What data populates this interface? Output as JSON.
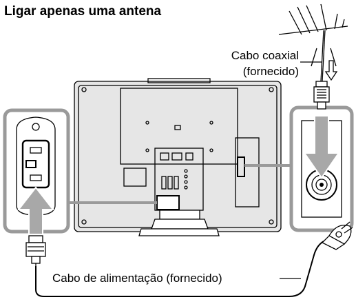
{
  "diagram": {
    "heading": "Ligar apenas uma antena",
    "coax_cable_label_line1": "Cabo coaxial",
    "coax_cable_label_line2": "(fornecido)",
    "power_cable_label": "Cabo de alimentação (fornecido)",
    "colors": {
      "line": "#000000",
      "highlight_frame": "#9a9a9a",
      "arrow_fill": "#a8a8a8",
      "tv_panel": "#e6e6e6"
    },
    "icons": [
      "antenna-icon",
      "coax-plug-icon",
      "power-plug-icon",
      "ac-inlet-icon",
      "antenna-socket-icon",
      "tv-back-illustration"
    ]
  }
}
